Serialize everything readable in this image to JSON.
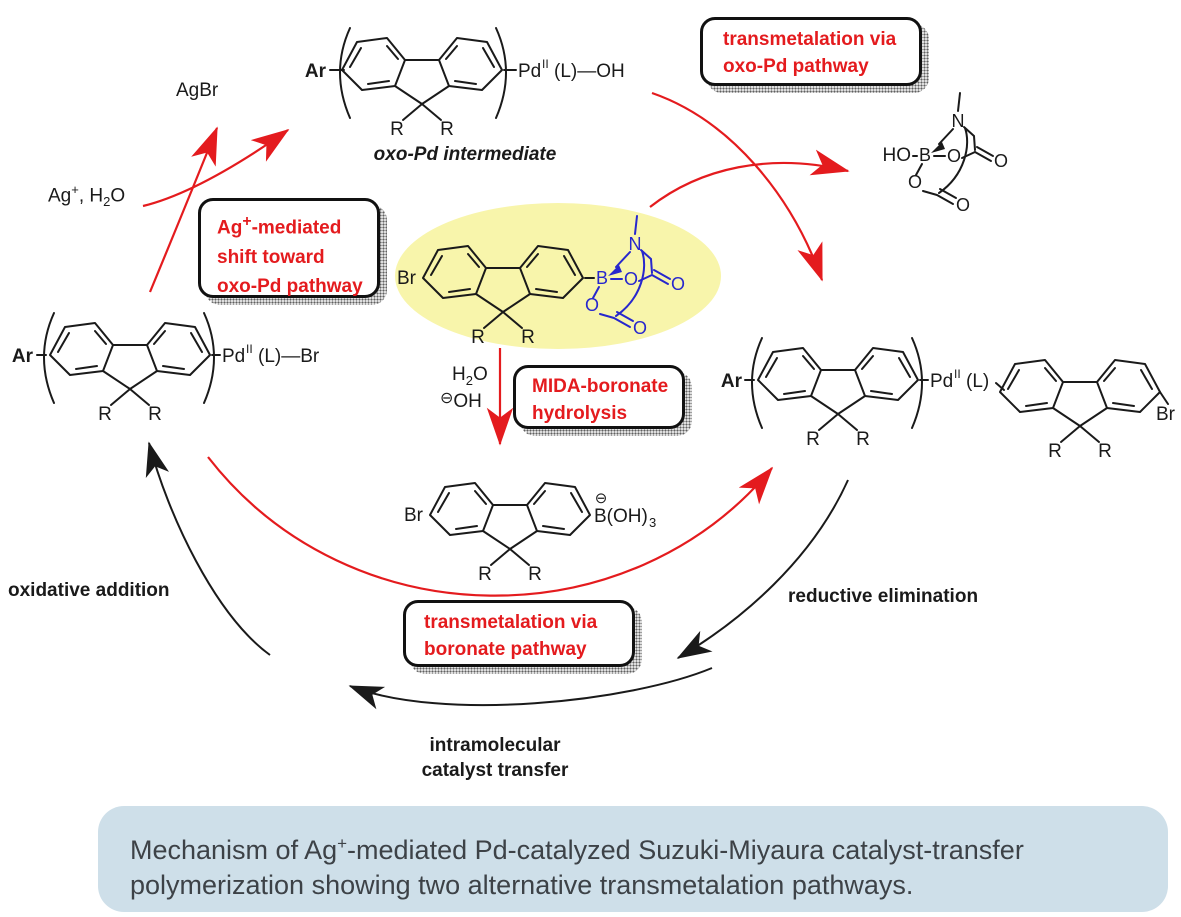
{
  "palette": {
    "arrow_red": "#e41b1e",
    "structure_blue": "#2727cd",
    "structure_black": "#1a1a1a",
    "highlight_yellow": "#f8f5ab",
    "caption_bg": "#cedfe9",
    "caption_text": "#3d4247",
    "callout_text_red": "#e41b1e",
    "callout_border": "#111111"
  },
  "atoms": {
    "ar": "Ar",
    "r": "R",
    "br": "Br",
    "b": "B",
    "n": "N",
    "o": "O",
    "ho": "HO",
    "pd": "Pd",
    "pd_oxidation_state": "II"
  },
  "species": {
    "oxo_pd_ligand": "(L)—OH",
    "pd_br_ligand": "(L)—Br",
    "polymer_ligand": "(L)",
    "oxo_pd_label": "oxo-Pd intermediate",
    "agbr": "AgBr",
    "silver_water": {
      "pre": "Ag",
      "sup": "+",
      "mid": ",  H",
      "sub": "2",
      "post": "O"
    },
    "boronate": {
      "group": "B(OH)",
      "sub": "3",
      "charge": "⊖"
    }
  },
  "reagents": {
    "water": {
      "pre": "H",
      "sub": "2",
      "post": "O"
    },
    "hydroxide": {
      "charge": "⊖",
      "text": "OH"
    }
  },
  "callouts": {
    "oxo_pathway": {
      "line1": "transmetalation via",
      "line2": "oxo-Pd pathway"
    },
    "ag_shift": {
      "l1pre": "Ag",
      "l1sup": "+",
      "l1post": "-mediated",
      "line2": "shift toward",
      "line3": "oxo-Pd pathway"
    },
    "mida_hydrolysis": {
      "line1": "MIDA-boronate",
      "line2": "hydrolysis"
    },
    "boronate_pathway": {
      "line1": "transmetalation via",
      "line2": "boronate pathway"
    }
  },
  "cycle_steps": {
    "oxidative_addition": "oxidative addition",
    "reductive_elimination": "reductive elimination",
    "intramolecular_line1": "intramolecular",
    "intramolecular_line2": "catalyst transfer"
  },
  "caption": {
    "pre": "Mechanism of Ag",
    "sup": "+",
    "post": "-mediated Pd-catalyzed Suzuki-Miyaura catalyst-transfer",
    "line2": "polymerization showing two alternative transmetalation pathways."
  }
}
